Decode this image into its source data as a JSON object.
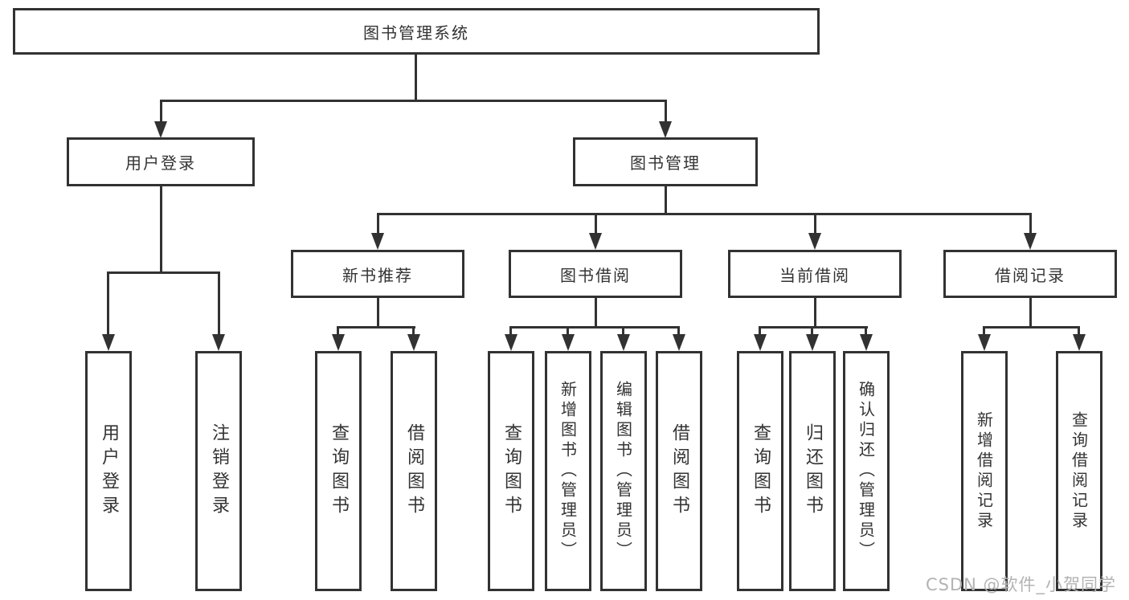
{
  "diagram": {
    "title": "图书管理系统",
    "tree": {
      "root": {
        "label": "图书管理系统"
      },
      "branches": [
        {
          "label": "用户登录",
          "children": [
            {
              "label": "用户登录"
            },
            {
              "label": "注销登录"
            }
          ]
        },
        {
          "label": "图书管理",
          "children": [
            {
              "label": "新书推荐",
              "children": [
                {
                  "label": "查询图书"
                },
                {
                  "label": "借阅图书"
                }
              ]
            },
            {
              "label": "图书借阅",
              "children": [
                {
                  "label": "查询图书"
                },
                {
                  "label": "新增图书（管理员）"
                },
                {
                  "label": "编辑图书（管理员）"
                },
                {
                  "label": "借阅图书"
                }
              ]
            },
            {
              "label": "当前借阅",
              "children": [
                {
                  "label": "查询图书"
                },
                {
                  "label": "归还图书"
                },
                {
                  "label": "确认归还（管理员）"
                }
              ]
            },
            {
              "label": "借阅记录",
              "children": [
                {
                  "label": "新增借阅记录"
                },
                {
                  "label": "查询借阅记录"
                }
              ]
            }
          ]
        }
      ]
    },
    "colors": {
      "line": "#323232",
      "text": "#333333",
      "background": "#ffffff",
      "watermark": "#b3b3b3"
    }
  },
  "watermark": {
    "text": "CSDN @软件_小贺同学"
  }
}
